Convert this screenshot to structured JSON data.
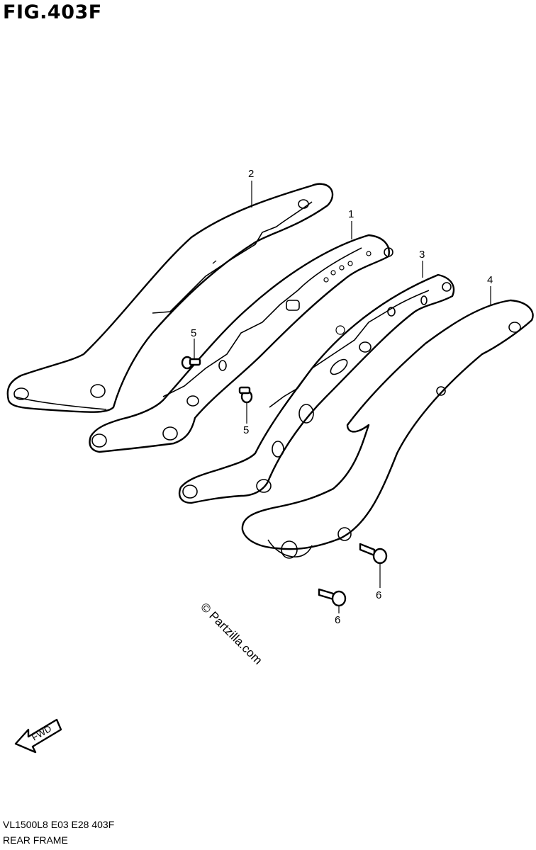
{
  "figure": {
    "title": "FIG.403F",
    "model_code": "VL1500L8  E03  E28  403F",
    "name": "REAR FRAME"
  },
  "callouts": {
    "p1": "1",
    "p2": "2",
    "p3": "3",
    "p4": "4",
    "p5a": "5",
    "p5b": "5",
    "p6a": "6",
    "p6b": "6"
  },
  "watermark": "© Partzilla.com",
  "fwd_label": "FWD"
}
